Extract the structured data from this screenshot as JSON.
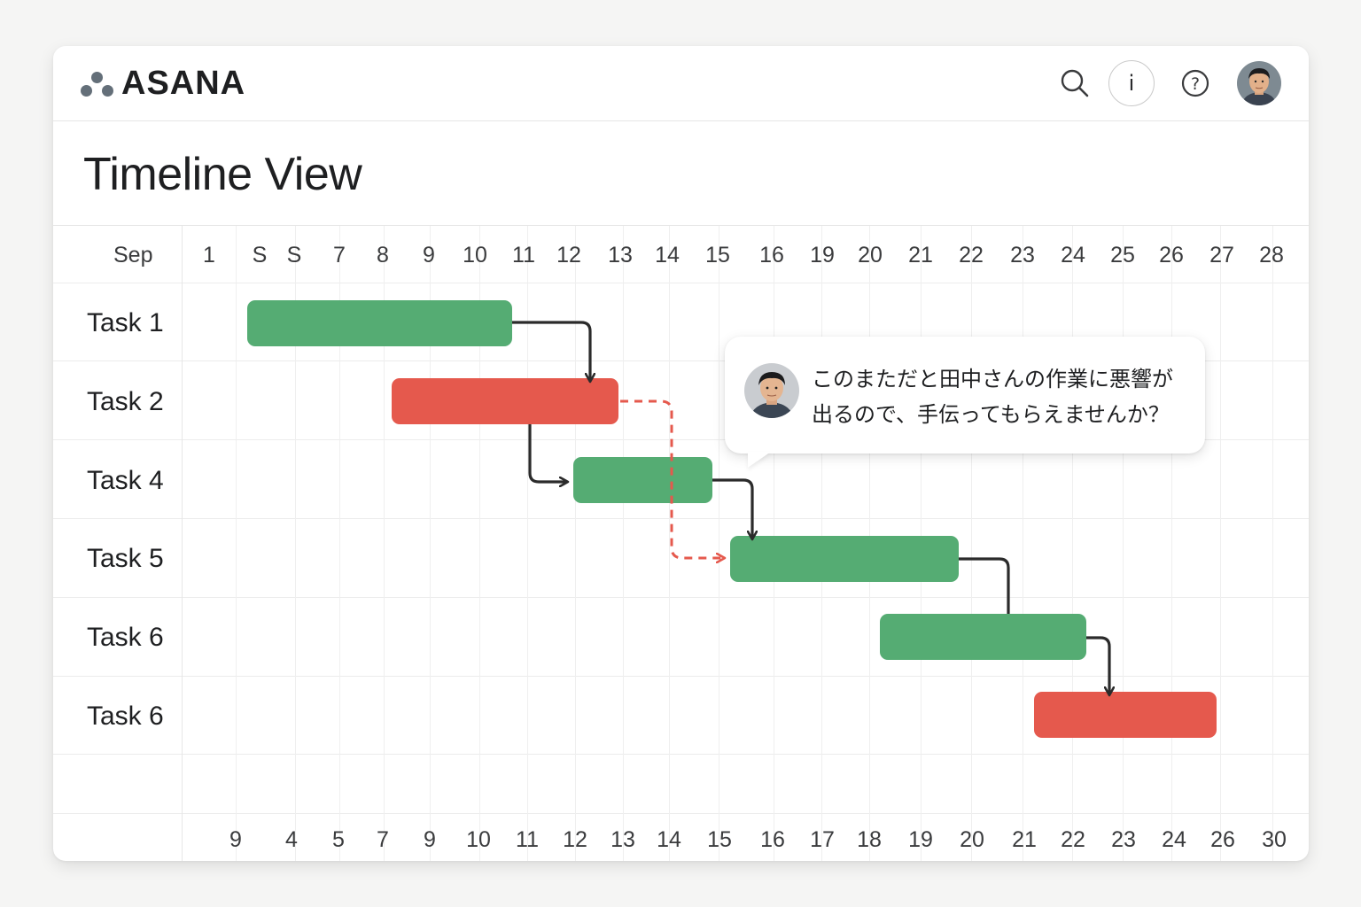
{
  "app": {
    "logo_text": "ASANA"
  },
  "header": {
    "info_label": "i",
    "help_label": "?"
  },
  "page": {
    "title": "Timeline View"
  },
  "timeline": {
    "month": "Sep",
    "top_dates": [
      "1",
      "S",
      "S",
      "7",
      "8",
      "9",
      "10",
      "11",
      "12",
      "13",
      "14",
      "15",
      "16",
      "19",
      "20",
      "21",
      "22",
      "23",
      "24",
      "25",
      "26",
      "27",
      "28"
    ],
    "bottom_dates": [
      "9",
      "4",
      "5",
      "7",
      "9",
      "10",
      "11",
      "12",
      "13",
      "14",
      "15",
      "16",
      "17",
      "18",
      "19",
      "20",
      "21",
      "22",
      "23",
      "24",
      "26",
      "30"
    ],
    "tasks": [
      {
        "label": "Task 1",
        "status": "on-track"
      },
      {
        "label": "Task 2",
        "status": "at-risk"
      },
      {
        "label": "Task 4",
        "status": "on-track"
      },
      {
        "label": "Task 5",
        "status": "on-track"
      },
      {
        "label": "Task 6",
        "status": "on-track"
      },
      {
        "label": "Task 6",
        "status": "at-risk"
      }
    ]
  },
  "comment": {
    "line1": "このまただと田中さんの作業に悪響が",
    "line2": "出るので、手伝ってもらえませんか？"
  },
  "colors": {
    "on_track": "#55ac73",
    "at_risk": "#e5594d",
    "dependency": "#2b2b2b",
    "blocked_dependency": "#e5594d"
  }
}
